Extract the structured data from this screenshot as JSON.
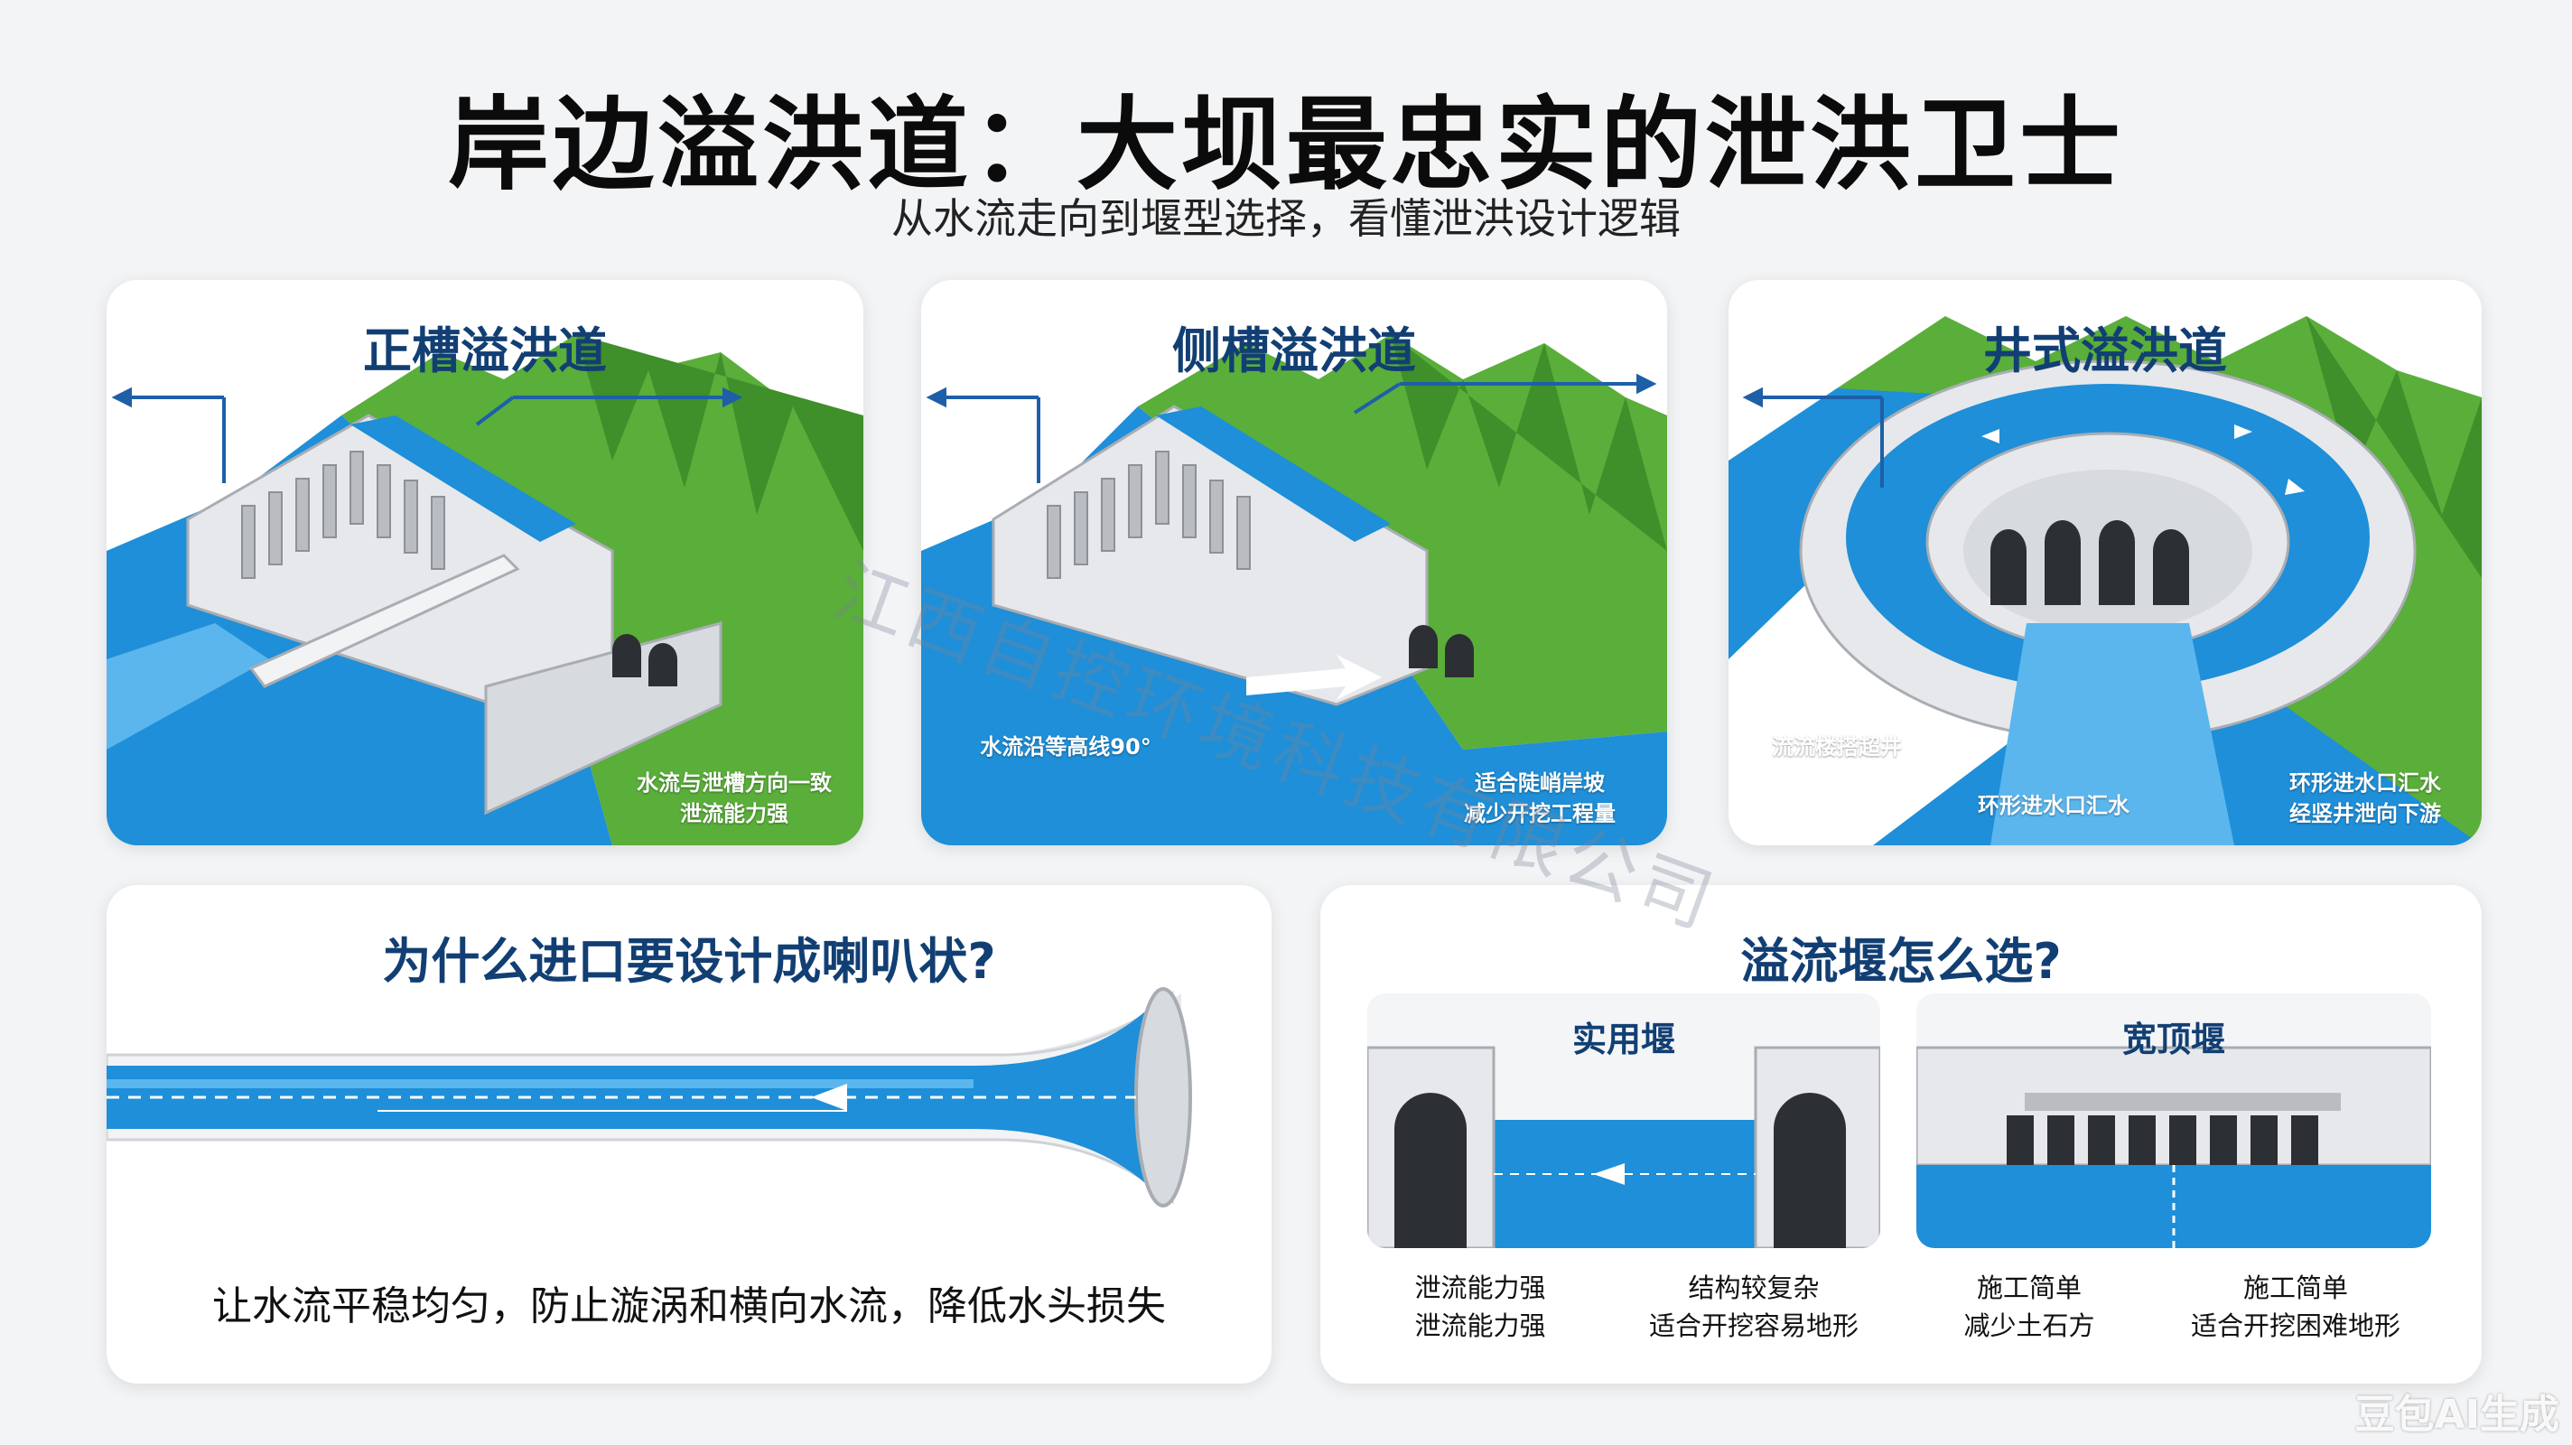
{
  "title": "岸边溢洪道：大坝最忠实的泄洪卫士",
  "subtitle": "从水流走向到堰型选择，看懂泄洪设计逻辑",
  "types": [
    {
      "title": "正槽溢洪道",
      "caption_lines": [
        "水流与泄槽方向一致",
        "泄流能力强"
      ]
    },
    {
      "title": "侧槽溢洪道",
      "caption_left": "水流沿等高线90°",
      "caption_lines": [
        "适合陡峭岸坡",
        "减少开挖工程量"
      ]
    },
    {
      "title": "井式溢洪道",
      "caption_left": "流流楼搭超井",
      "caption_mid": "环形进水口汇水",
      "caption_lines": [
        "环形进水口汇水",
        "经竖井泄向下游"
      ]
    }
  ],
  "inlet": {
    "title": "为什么进口要设计成喇叭状?",
    "desc": "让水流平稳均匀，防止漩涡和横向水流，降低水头损失"
  },
  "weir": {
    "title": "溢流堰怎么选?",
    "options": [
      {
        "name": "实用堰",
        "feat_left": [
          "泄流能力强",
          "泄流能力强"
        ],
        "feat_right": [
          "结构较复杂",
          "适合开挖容易地形"
        ]
      },
      {
        "name": "宽顶堰",
        "feat_left": [
          "施工简单",
          "减少土石方"
        ],
        "feat_right": [
          "施工简单",
          "适合开挖困难地形"
        ]
      }
    ]
  },
  "watermark": "江西自控环境科技有限公司",
  "brand": "豆包AI生成",
  "colors": {
    "water": "#1e8fd8",
    "water_light": "#5bb6ee",
    "grass": "#5aae3a",
    "grass_dark": "#3f8f2a",
    "concrete": "#e6e8eb",
    "concrete_dark": "#a9adb3",
    "title_blue": "#123f73"
  }
}
